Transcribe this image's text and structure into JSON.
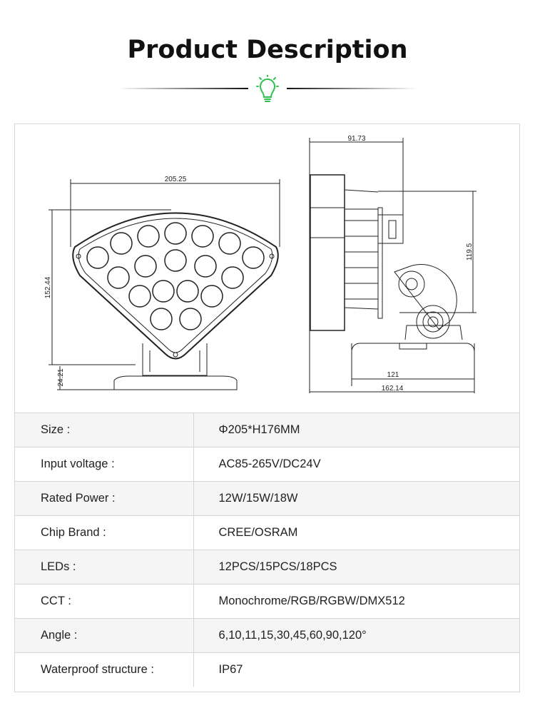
{
  "header": {
    "title": "Product Description",
    "icon": "lightbulb-icon",
    "accent": "#2fc14f"
  },
  "drawing": {
    "front_view": {
      "width_label": "205.25",
      "height_label": "152.44",
      "base_label": "24.21"
    },
    "side_view": {
      "depth_label": "91.73",
      "height_label": "119.5",
      "base_label": "121",
      "total_label": "162.14"
    }
  },
  "specs": [
    {
      "label": "Size :",
      "value": "Φ205*H176MM"
    },
    {
      "label": "Input voltage :",
      "value": "AC85-265V/DC24V"
    },
    {
      "label": "Rated Power :",
      "value": "12W/15W/18W"
    },
    {
      "label": "Chip Brand :",
      "value": "CREE/OSRAM"
    },
    {
      "label": "LEDs :",
      "value": "12PCS/15PCS/18PCS"
    },
    {
      "label": "CCT :",
      "value": "Monochrome/RGB/RGBW/DMX512"
    },
    {
      "label": "Angle :",
      "value": "6,10,11,15,30,45,60,90,120°"
    },
    {
      "label": "Waterproof structure :",
      "value": "IP67"
    }
  ]
}
